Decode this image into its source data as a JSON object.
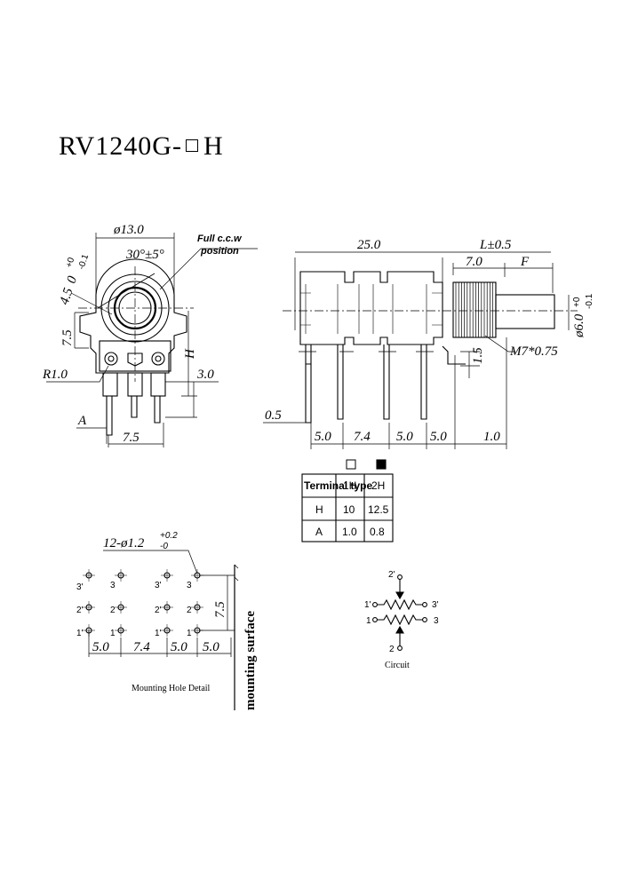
{
  "title": {
    "part": "RV1240G-",
    "suffix": "H"
  },
  "front_view": {
    "dia": "ø13.0",
    "angle": "30°±5°",
    "note_line1": "Full c.c.w",
    "note_line2": "position",
    "r45": "4.5",
    "tol": "0+0 -0.1",
    "tol_main": "0",
    "tol_sup": "+0",
    "tol_sub": "-0.1",
    "h75": "7.5",
    "H": "H",
    "r10": "R1.0",
    "d30": "3.0",
    "A": "A",
    "pitch": "7.5"
  },
  "side_view": {
    "len25": "25.0",
    "L": "L±0.5",
    "d70": "7.0",
    "F": "F",
    "shaft_dia": "ø6.0",
    "shaft_tol_sup": "+0",
    "shaft_tol_sub": "-0.1",
    "thread": "M7*0.75",
    "d15": "1.5",
    "d05": "0.5",
    "p1": "5.0",
    "p2": "7.4",
    "p3": "5.0",
    "p4": "5.0",
    "p5": "1.0"
  },
  "table": {
    "header": [
      "Terminal type",
      "1H",
      "2H"
    ],
    "rows": [
      [
        "H",
        "10",
        "12.5"
      ],
      [
        "A",
        "1.0",
        "0.8"
      ]
    ]
  },
  "mounting": {
    "holes": "12-ø1.2",
    "holes_sup": "+0.2",
    "holes_sub": "-0",
    "pin3a": "3'",
    "pin3b": "3",
    "pin3c": "3'",
    "pin3d": "3",
    "pin2a": "2'",
    "pin2b": "2",
    "pin2c": "2'",
    "pin2d": "2",
    "pin1a": "1'",
    "pin1b": "1",
    "pin1c": "1'",
    "pin1d": "1",
    "v75": "7.5",
    "m1": "5.0",
    "m2": "7.4",
    "m3": "5.0",
    "m4": "5.0",
    "caption": "Mounting Hole Detail",
    "surface": "mounting  surface"
  },
  "circuit": {
    "t2p": "2'",
    "t1p": "1'",
    "t3p": "3'",
    "t1": "1",
    "t3": "3",
    "t2": "2",
    "caption": "Circuit"
  },
  "colors": {
    "ink": "#000000",
    "paper": "#ffffff"
  }
}
